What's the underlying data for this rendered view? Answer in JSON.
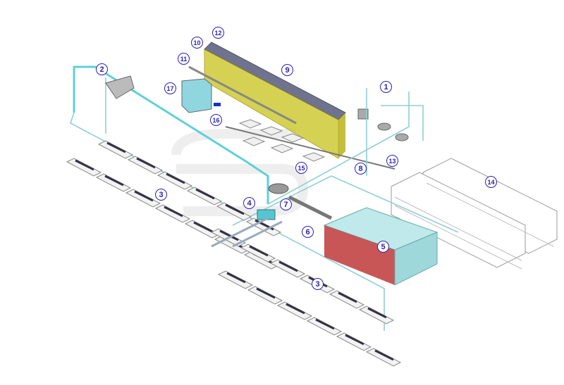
{
  "diagram": {
    "callouts": [
      {
        "id": "1",
        "label": "1"
      },
      {
        "id": "2",
        "label": "2"
      },
      {
        "id": "3a",
        "label": "3"
      },
      {
        "id": "3b",
        "label": "3"
      },
      {
        "id": "4",
        "label": "4"
      },
      {
        "id": "5",
        "label": "5"
      },
      {
        "id": "6",
        "label": "6"
      },
      {
        "id": "7",
        "label": "7"
      },
      {
        "id": "8",
        "label": "8"
      },
      {
        "id": "9",
        "label": "9"
      },
      {
        "id": "10",
        "label": "10"
      },
      {
        "id": "11",
        "label": "11"
      },
      {
        "id": "12",
        "label": "12"
      },
      {
        "id": "13",
        "label": "13"
      },
      {
        "id": "14",
        "label": "14"
      },
      {
        "id": "15",
        "label": "15"
      },
      {
        "id": "16",
        "label": "16"
      },
      {
        "id": "17",
        "label": "17"
      }
    ],
    "colors": {
      "callout": "#2a1fb0",
      "conveyor": "#c8c21a",
      "pipe": "#5fd0d8",
      "tank": "#bfe9ea",
      "tank_side": "#c0383a"
    }
  }
}
